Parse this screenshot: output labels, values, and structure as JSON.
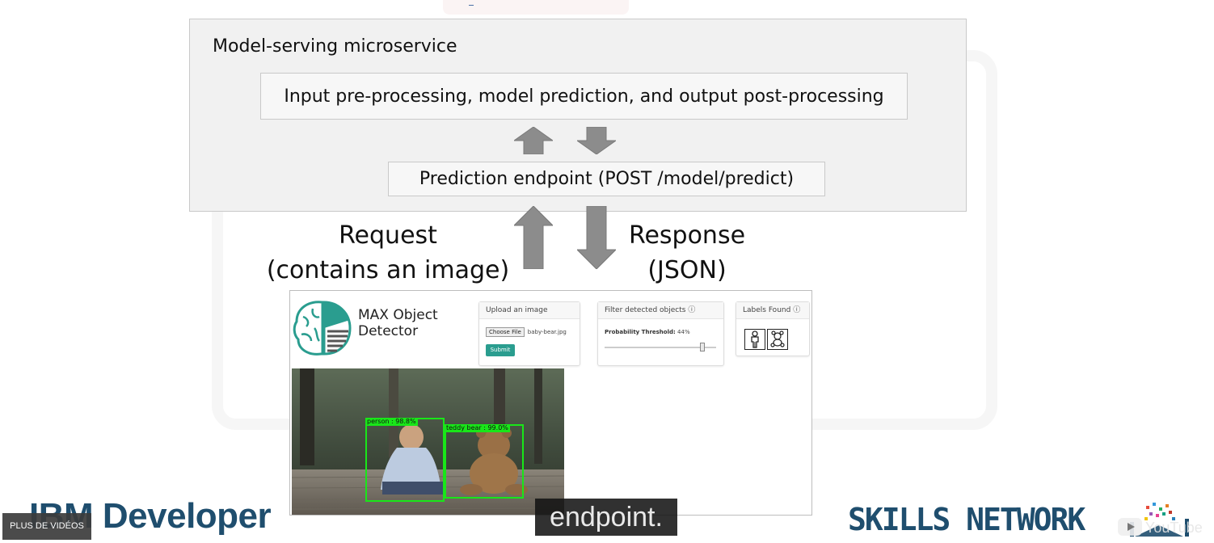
{
  "diagram": {
    "outer_title": "Model-serving microservice",
    "pipeline_label": "Input pre-processing, model prediction, and output post-processing",
    "endpoint_label": "Prediction endpoint (POST /model/predict)",
    "request_label_line1": "Request",
    "request_label_line2": "(contains an image)",
    "response_label_line1": "Response",
    "response_label_line2": "(JSON)"
  },
  "app": {
    "title_line1": "MAX Object",
    "title_line2": "Detector",
    "upload_card": {
      "header": "Upload an image",
      "choose_file_label": "Choose File",
      "file_name": "baby-bear.jpg",
      "submit_label": "Submit"
    },
    "filter_card": {
      "header": "Filter detected objects",
      "threshold_label": "Probability Threshold:",
      "threshold_value": "44%",
      "threshold_fraction": 0.88
    },
    "labels_card": {
      "header": "Labels Found",
      "icons": [
        "person-icon",
        "teddy-bear-icon"
      ]
    },
    "detections": [
      {
        "label": "person : 98.8%"
      },
      {
        "label": "teddy bear : 99.0%"
      }
    ]
  },
  "overlay": {
    "caption": "endpoint.",
    "more_videos": "PLUS DE VIDÉOS",
    "youtube_label": "YouTube"
  },
  "branding": {
    "ibm": "IBM Developer",
    "skills": "SKILLS NETWORK"
  },
  "colors": {
    "box_fill": "#f1f1f1",
    "arrow": "#8c8c8c",
    "brand": "#1f4e6e",
    "detection": "#19e619",
    "submit": "#2a9d8f"
  }
}
